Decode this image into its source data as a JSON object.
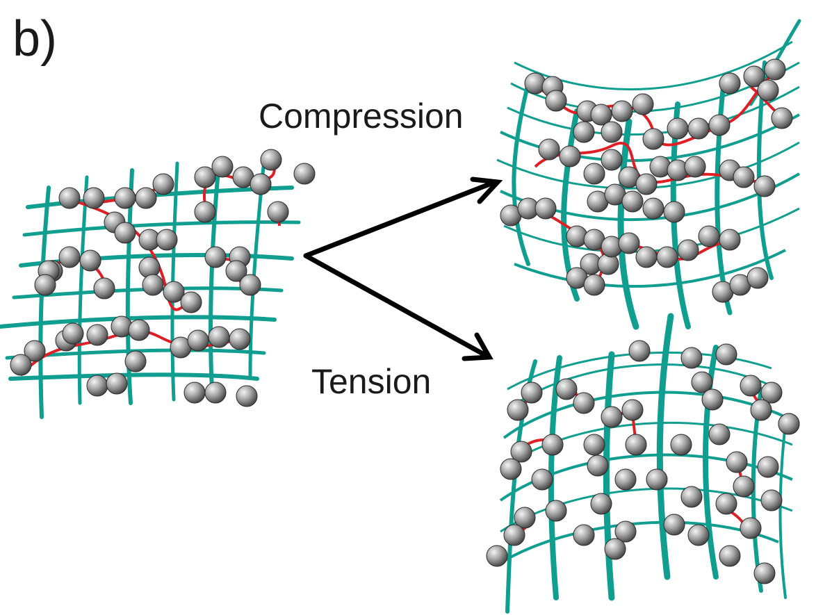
{
  "panel_label": "b)",
  "labels": {
    "compression": "Compression",
    "tension": "Tension"
  },
  "colors": {
    "fiber": "#0f9e8f",
    "chain": "#e01e25",
    "particle_light": "#f4f4f4",
    "particle_mid": "#9a9a9a",
    "particle_dark": "#3a3a3a",
    "arrow": "#000000"
  },
  "icons": {
    "arrow": "arrow-icon",
    "particle": "particle-icon"
  }
}
